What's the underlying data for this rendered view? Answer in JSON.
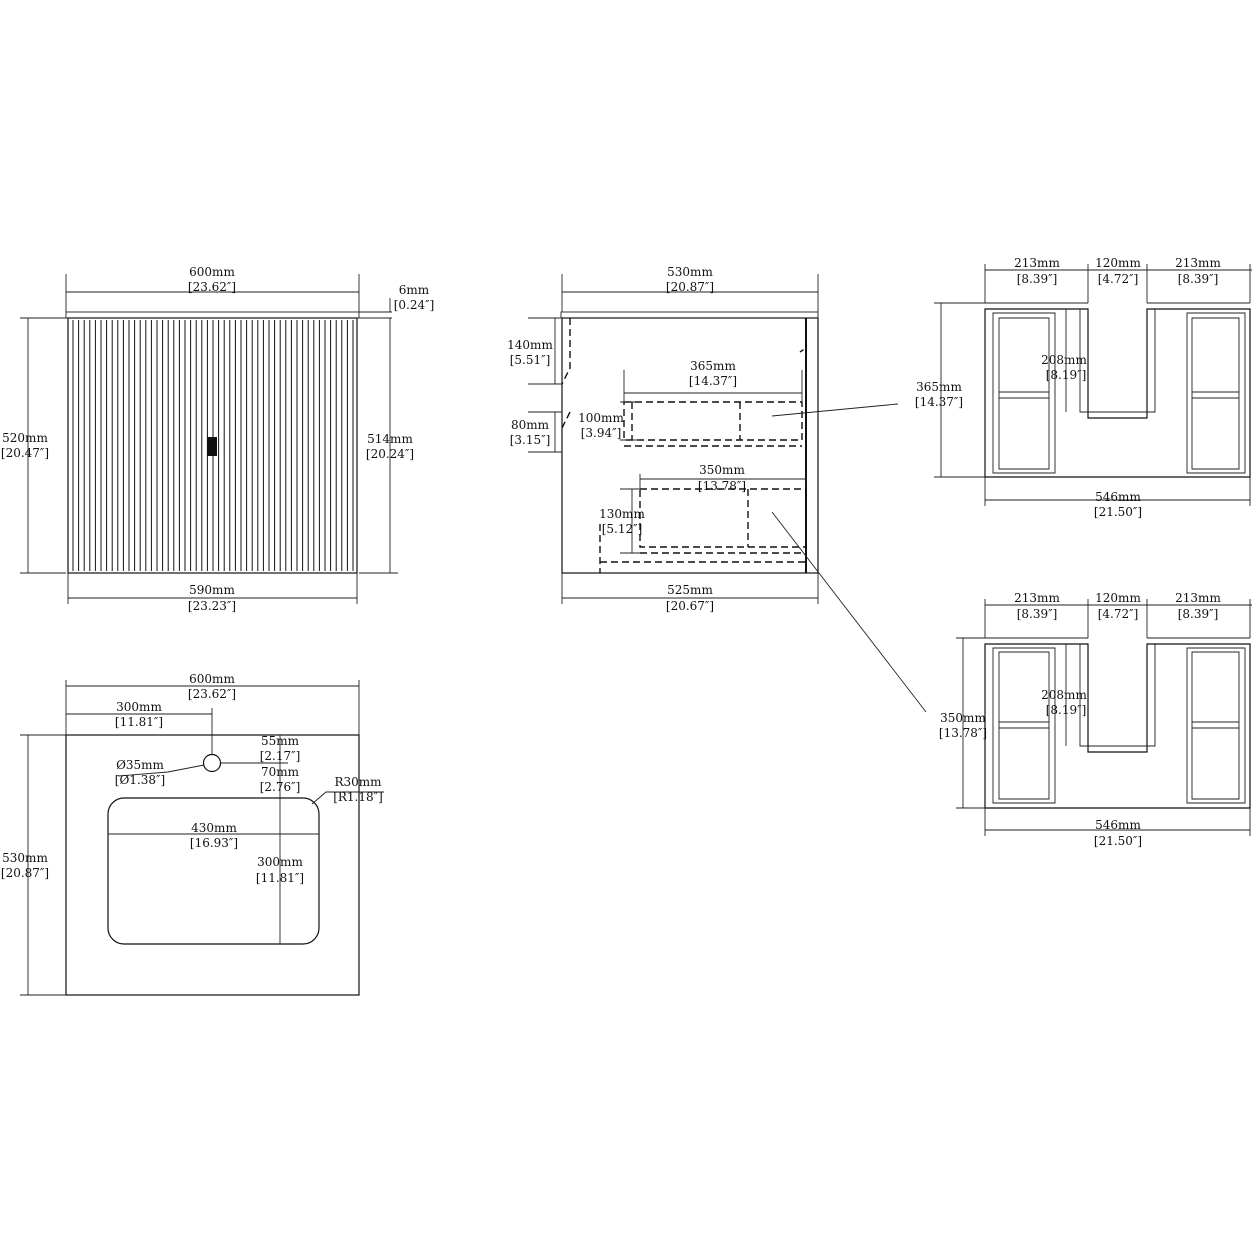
{
  "front_view": {
    "top_width": "600mm",
    "top_width_in": "[23.62″]",
    "top_thickness": "6mm",
    "top_thickness_in": "[0.24″]",
    "height": "520mm",
    "height_in": "[20.47″]",
    "body_height": "514mm",
    "body_height_in": "[20.24″]",
    "body_width": "590mm",
    "body_width_in": "[23.23″]"
  },
  "side_view": {
    "depth": "530mm",
    "depth_in": "[20.87″]",
    "upper_offset": "140mm",
    "upper_offset_in": "[5.51″]",
    "gap": "80mm",
    "gap_in": "[3.15″]",
    "upper_drawer_height": "100mm",
    "upper_drawer_height_in": "[3.94″]",
    "upper_drawer_depth": "365mm",
    "upper_drawer_depth_in": "[14.37″]",
    "lower_drawer_depth": "350mm",
    "lower_drawer_depth_in": "[13.78″]",
    "lower_drawer_height": "130mm",
    "lower_drawer_height_in": "[5.12″]",
    "body_depth": "525mm",
    "body_depth_in": "[20.67″]"
  },
  "upper_drawer_plan": {
    "left": "213mm",
    "left_in": "[8.39″]",
    "notch": "120mm",
    "notch_in": "[4.72″]",
    "right": "213mm",
    "right_in": "[8.39″]",
    "notch_depth": "208mm",
    "notch_depth_in": "[8.19″]",
    "depth": "365mm",
    "depth_in": "[14.37″]",
    "width": "546mm",
    "width_in": "[21.50″]"
  },
  "lower_drawer_plan": {
    "left": "213mm",
    "left_in": "[8.39″]",
    "notch": "120mm",
    "notch_in": "[4.72″]",
    "right": "213mm",
    "right_in": "[8.39″]",
    "notch_depth": "208mm",
    "notch_depth_in": "[8.19″]",
    "depth": "350mm",
    "depth_in": "[13.78″]",
    "width": "546mm",
    "width_in": "[21.50″]"
  },
  "top_view": {
    "width": "600mm",
    "width_in": "[23.62″]",
    "faucet_offset": "300mm",
    "faucet_offset_in": "[11.81″]",
    "faucet_to_edge": "55mm",
    "faucet_to_edge_in": "[2.17″]",
    "hole_dia": "Ø35mm",
    "hole_dia_in": "[Ø1.38″]",
    "faucet_to_bowl": "70mm",
    "faucet_to_bowl_in": "[2.76″]",
    "corner_radius": "R30mm",
    "corner_radius_in": "[R1.18″]",
    "bowl_width": "430mm",
    "bowl_width_in": "[16.93″]",
    "bowl_depth": "300mm",
    "bowl_depth_in": "[11.81″]",
    "depth": "530mm",
    "depth_in": "[20.87″]"
  }
}
